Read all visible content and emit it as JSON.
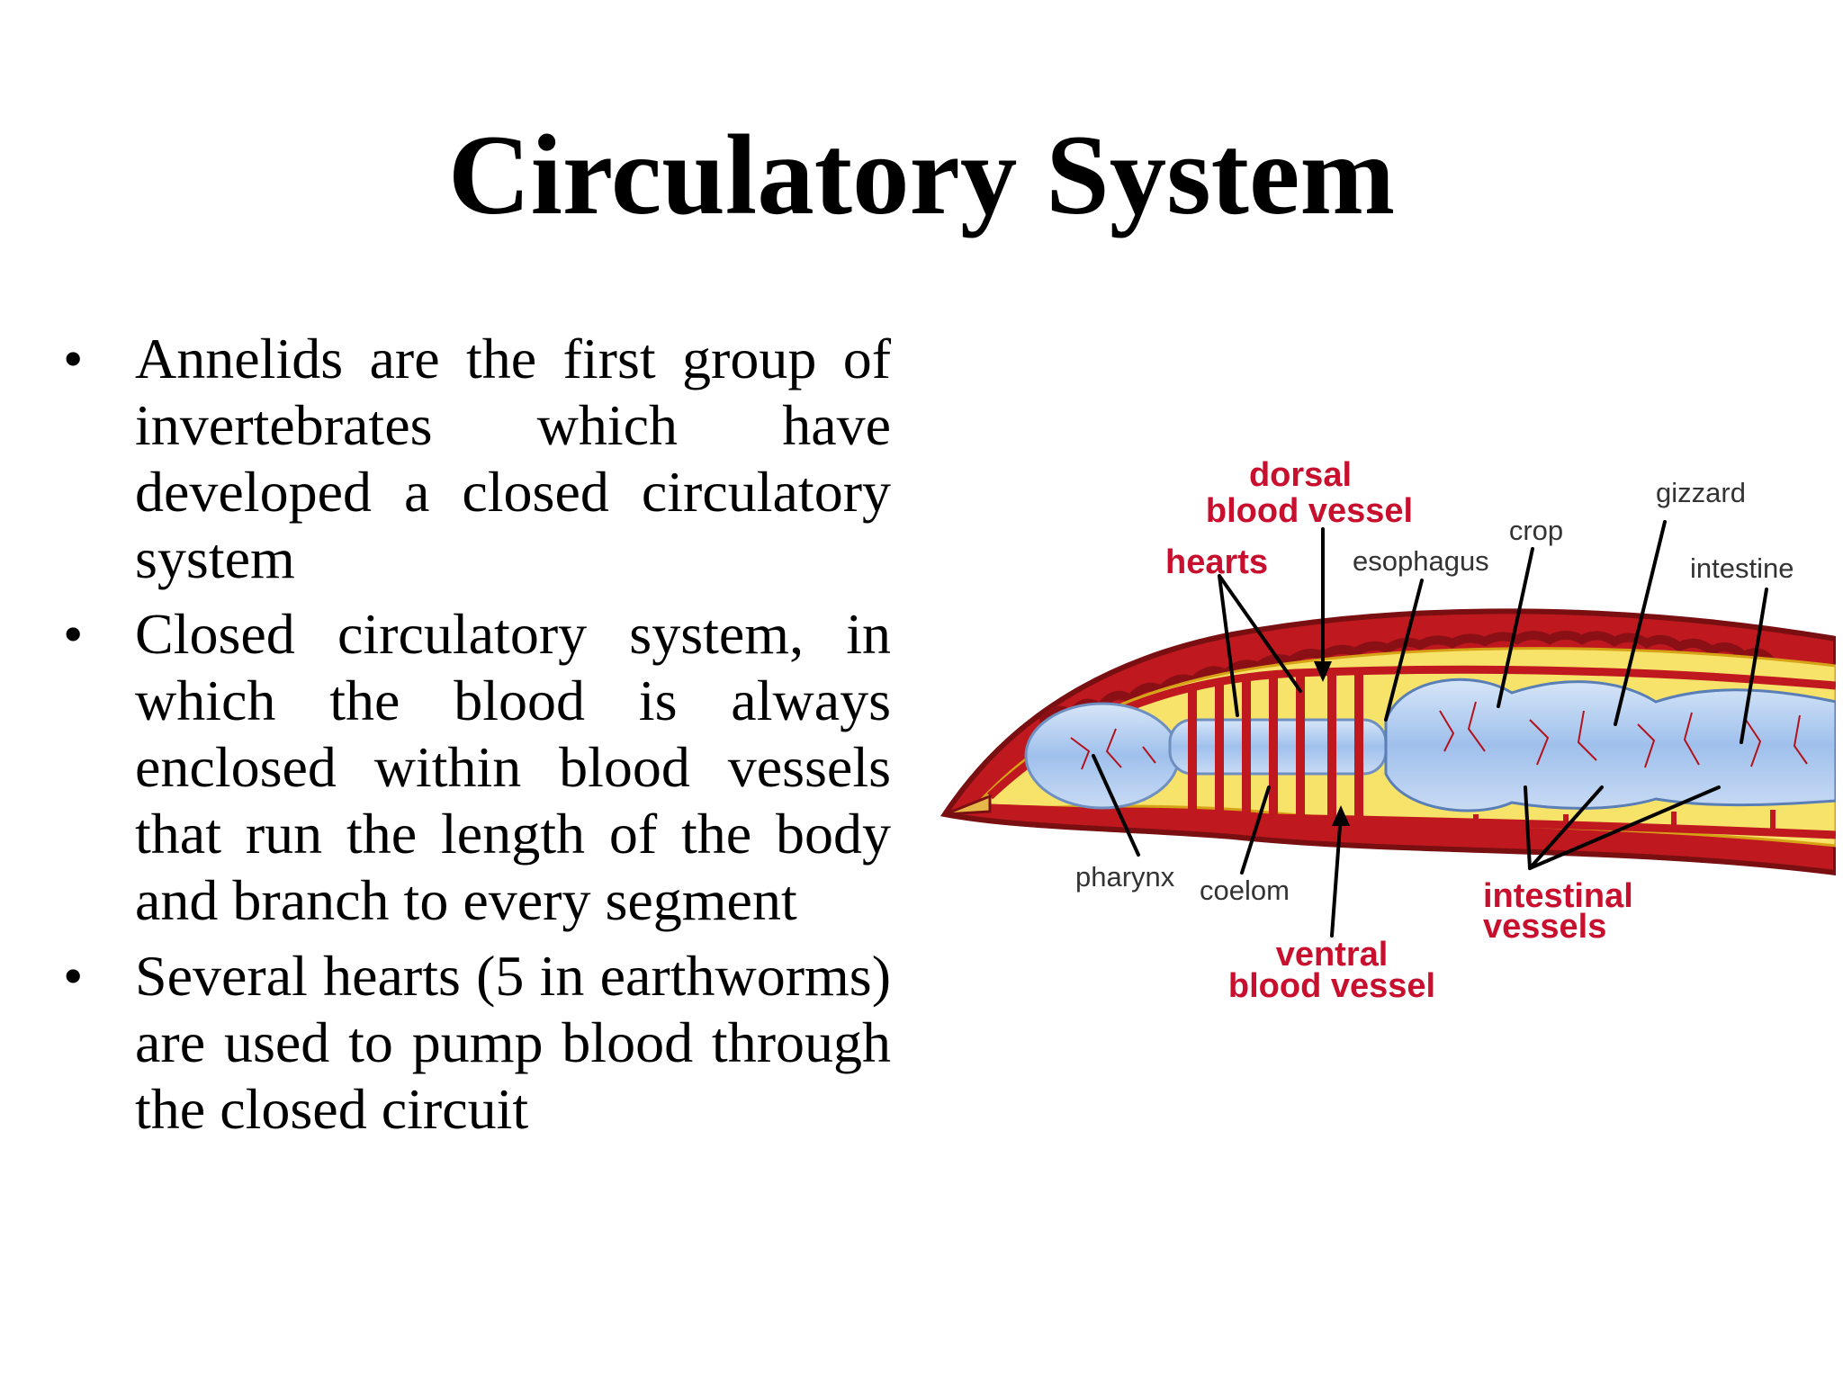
{
  "slide": {
    "title": "Circulatory System",
    "bullet_symbol": "•",
    "bullets": [
      {
        "text": "Annelids are the first group of invertebrates which have developed a closed circulatory system"
      },
      {
        "text": "Closed circulatory system, in which the blood is always enclosed within blood vessels that run the length of the body and branch to every segment"
      },
      {
        "text": "Several hearts (5 in earthworms) are used to pump blood through the closed circuit"
      }
    ]
  },
  "diagram": {
    "labels": {
      "dorsal_line1": "dorsal",
      "dorsal_line2": "blood vessel",
      "hearts": "hearts",
      "esophagus": "esophagus",
      "crop": "crop",
      "gizzard": "gizzard",
      "intestine": "intestine",
      "pharynx": "pharynx",
      "coelom": "coelom",
      "ventral_line1": "ventral",
      "ventral_line2": "blood vessel",
      "intestinal_line1": "intestinal",
      "intestinal_line2": "vessels"
    },
    "colors": {
      "label_red": "#c8102e",
      "label_gray": "#333333",
      "body_red": "#c0181f",
      "body_dark": "#7a0f12",
      "coelom_yellow": "#f7e36a",
      "gut_blue": "#a9c8ee"
    }
  }
}
